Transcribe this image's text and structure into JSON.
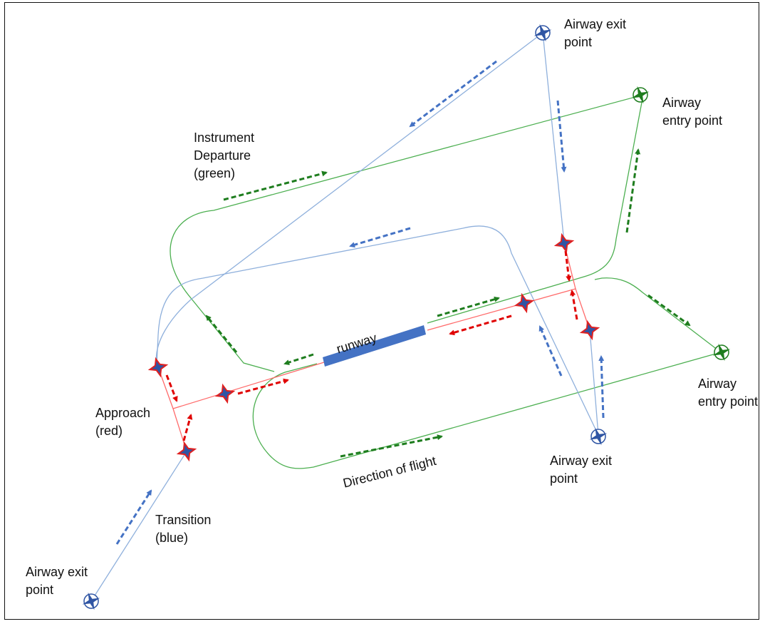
{
  "labels": {
    "airway_exit_top": [
      "Airway exit",
      "point"
    ],
    "airway_entry_right_top": [
      "Airway",
      "entry point"
    ],
    "instrument_departure": [
      "Instrument",
      "Departure",
      "(green)"
    ],
    "runway": "runway",
    "approach": [
      "Approach",
      "(red)"
    ],
    "airway_entry_right_bottom": [
      "Airway",
      "entry point"
    ],
    "airway_exit_bottom_right": [
      "Airway exit",
      "point"
    ],
    "direction_of_flight": "Direction of flight",
    "transition": [
      "Transition",
      "(blue)"
    ],
    "airway_exit_bottom_left": [
      "Airway exit",
      "point"
    ]
  },
  "colors": {
    "departure": "#4caf50",
    "departure_arrow": "#1e7d1e",
    "transition": "#8fb0dc",
    "transition_arrow": "#4472c4",
    "approach": "#ff6b6b",
    "approach_arrow": "#e00000",
    "runway": "#4472c4",
    "waypoint_red": "#e02020",
    "waypoint_blue": "#2f55a4"
  }
}
